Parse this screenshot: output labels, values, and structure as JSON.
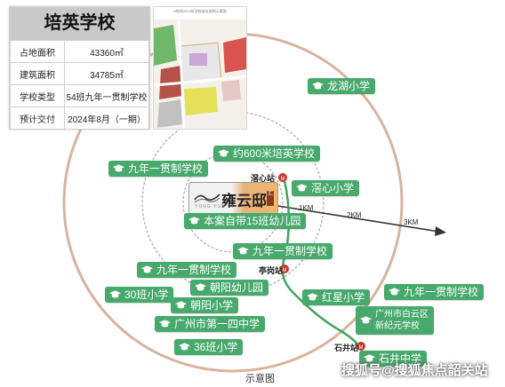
{
  "colors": {
    "tag": "#47a96b",
    "ring": "#d8b39e",
    "arrow": "#333333",
    "metro": "#3ea65a",
    "station": "#c0392b"
  },
  "card": {
    "title": "培英学校",
    "rows": [
      {
        "key": "占地面积",
        "value": "43360㎡"
      },
      {
        "key": "建筑面积",
        "value": "34785㎡"
      },
      {
        "key": "学校类型",
        "value": "54班九年一贯制学校"
      },
      {
        "key": "预计交付",
        "value": "2024年8月（一期）"
      }
    ],
    "plan_caption": "A地块2023年学校选址规划示意图"
  },
  "project": {
    "name": "雍云邸",
    "sub": "YONG YUN DI",
    "tag": "汇"
  },
  "tags": {
    "longhu": "龙湖小学",
    "peiying": "约600米培英学校",
    "jiunian_tl": "九年一贯制学校",
    "lixin": "滘心小学",
    "youer": "本案自带15班幼儿园",
    "jiunian_mid": "九年一贯制学校",
    "jiunian_left": "九年一贯制学校",
    "ban30": "30班小学",
    "chaoyang_you": "朝阳幼儿园",
    "chaoyang_xiao": "朝阳小学",
    "hongxing": "红星小学",
    "jiunian_right": "九年一贯制学校",
    "xinjiyuan_1": "广州市白云区",
    "xinjiyuan_2": "新纪元学校",
    "diyisi": "广州市第一四中学",
    "ban36": "36班小学",
    "shijing": "石井中学"
  },
  "stations": {
    "jiaoxin": "滘心站",
    "tinggang": "亭岗站",
    "shijing": "石井站"
  },
  "distances": {
    "d1": "1KM",
    "d2": "2KM",
    "d3": "3KM"
  },
  "caption": "示意图",
  "watermark": "搜狐号@搜狐焦点韶关站"
}
